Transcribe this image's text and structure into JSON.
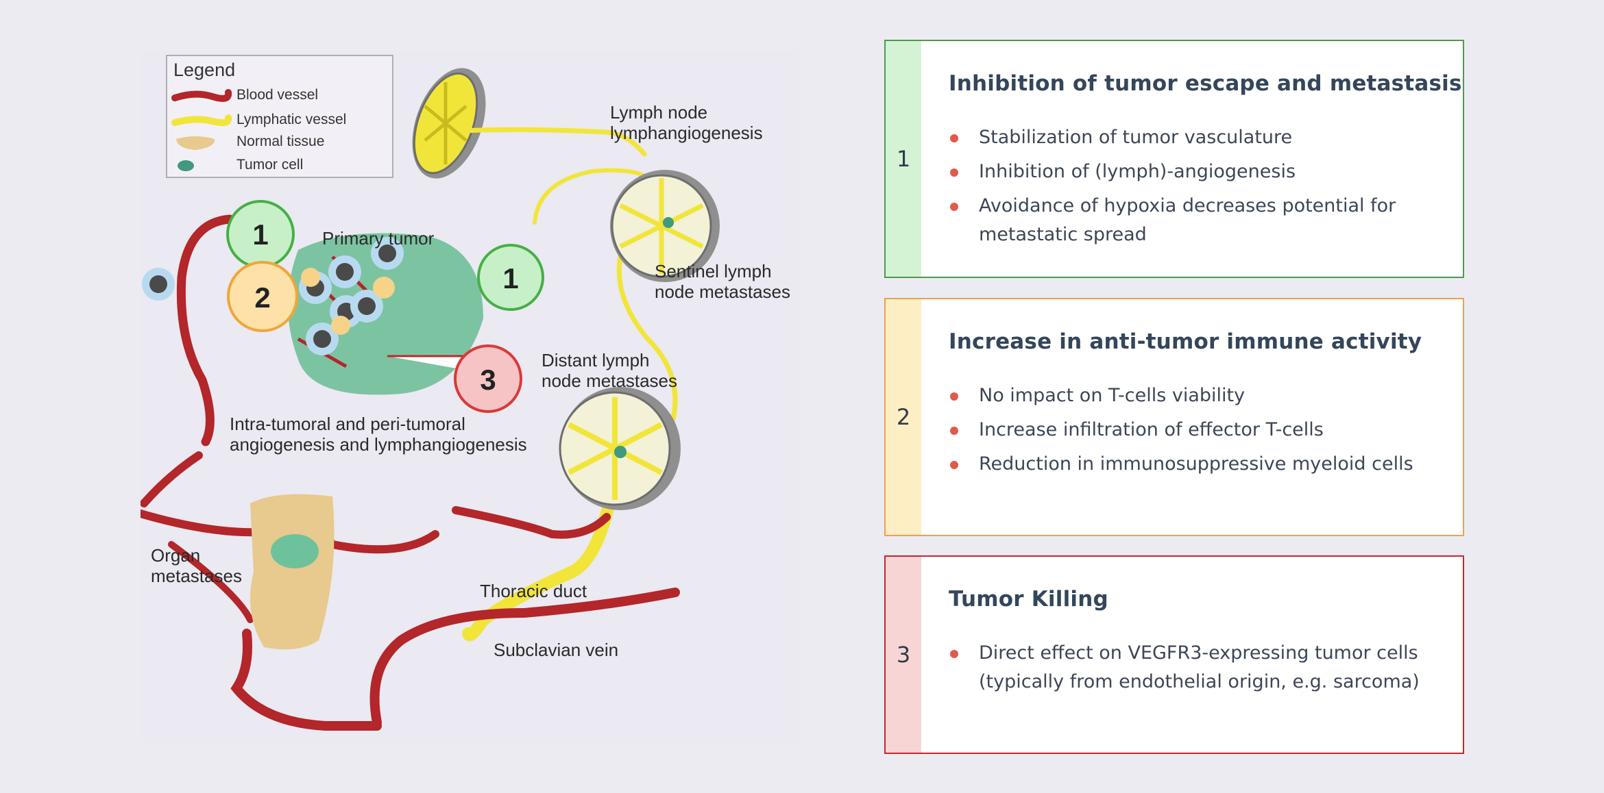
{
  "diagram": {
    "legend": {
      "title": "Legend",
      "items": [
        "Blood vessel",
        "Lymphatic vessel",
        "Normal tissue",
        "Tumor cell"
      ]
    },
    "labels": {
      "primary_tumor": "Primary tumor",
      "lymph_node_1": "Lymph node",
      "lymph_node_2": "lymphangiogenesis",
      "sentinel_1": "Sentinel lymph",
      "sentinel_2": "node metastases",
      "distant_1": "Distant lymph",
      "distant_2": "node metastases",
      "intra_1": "Intra-tumoral and peri-tumoral",
      "intra_2": "angiogenesis and lymphangiogenesis",
      "organ_1": "Organ",
      "organ_2": "metastases",
      "thoracic": "Thoracic duct",
      "subclavian": "Subclavian vein"
    },
    "markers": {
      "m1a": "1",
      "m1b": "1",
      "m2": "2",
      "m3": "3"
    }
  },
  "cards": [
    {
      "number": "1",
      "title": "Inhibition of tumor escape and metastasis",
      "items": [
        "Stabilization of tumor vasculature",
        "Inhibition of (lymph)-angiogenesis",
        "Avoidance of hypoxia decreases potential for metastatic spread"
      ]
    },
    {
      "number": "2",
      "title": "Increase in anti-tumor immune activity",
      "items": [
        "No impact on T-cells viability",
        "Increase infiltration of effector T-cells",
        "Reduction in immunosuppressive myeloid cells"
      ]
    },
    {
      "number": "3",
      "title": "Tumor Killing",
      "items": [
        "Direct effect on VEGFR3-expressing tumor cells (typically from endothelial origin, e.g. sarcoma)"
      ]
    }
  ],
  "colors": {
    "background": "#edebf2",
    "blood_vessel": "#b3262a",
    "lymphatic_vessel": "#f1e53a",
    "tumor": "#7cc3a2",
    "green": "#4c9a4c",
    "orange": "#eaa349",
    "red": "#c0282d",
    "bullet": "#e05a4c"
  }
}
